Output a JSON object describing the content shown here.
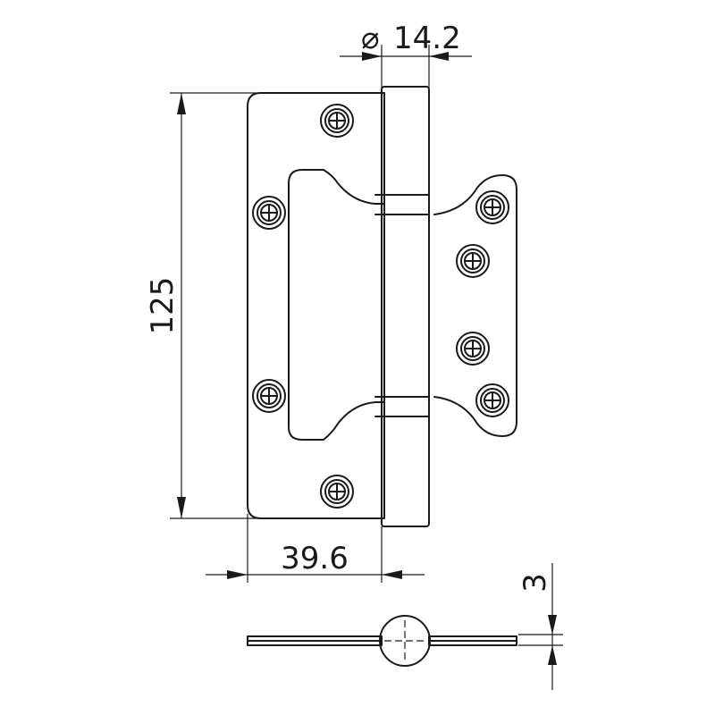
{
  "dimensions": {
    "pin_diameter": {
      "symbol": "⌀",
      "value": "14.2"
    },
    "height": {
      "value": "125"
    },
    "leaf_width": {
      "value": "39.6"
    },
    "thickness": {
      "value": "3"
    }
  },
  "screw_holes": {
    "outer_leaf": 4,
    "inner_leaf": 4
  }
}
